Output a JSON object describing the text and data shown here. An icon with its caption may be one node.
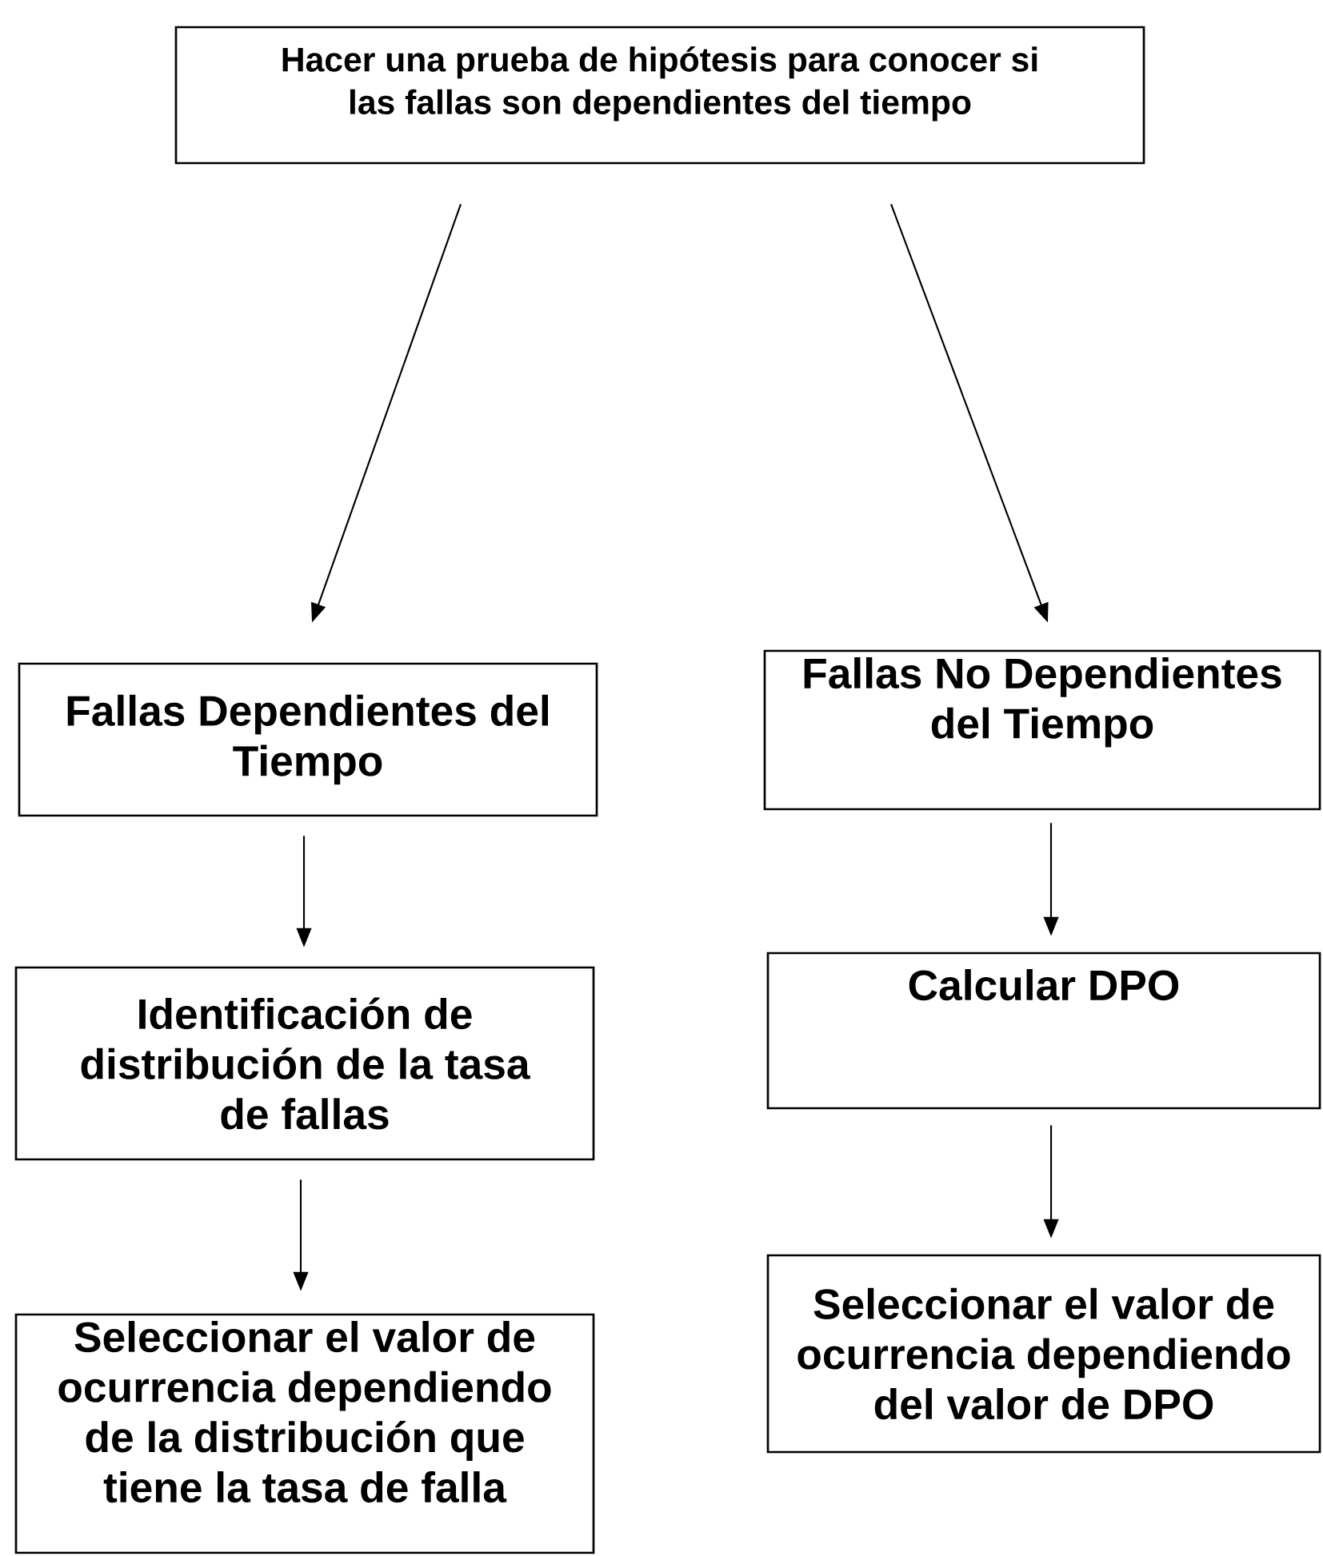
{
  "diagram": {
    "nodes": [
      {
        "text": [
          "Hacer una prueba de hipótesis para conocer si las fallas son dependientes del tiempo"
        ]
      },
      {
        "text": [
          "Fallas Dependientes del Tiempo"
        ]
      },
      {
        "text": [
          "Fallas No Dependientes del Tiempo"
        ]
      },
      {
        "text": [
          "Identificación de distribución de la tasa de fallas"
        ]
      },
      {
        "text": [
          "Calcular DPO"
        ]
      },
      {
        "text": [
          "Seleccionar el valor de ocurrencia dependiendo de la distribución que tiene la tasa de falla"
        ]
      },
      {
        "text": [
          "Seleccionar el valor de ocurrencia dependiendo del valor de DPO"
        ]
      }
    ],
    "edges": [
      {
        "from": 0,
        "to": 1,
        "arrow": "to"
      },
      {
        "from": 0,
        "to": 2,
        "arrow": "to"
      },
      {
        "from": 1,
        "to": 3,
        "arrow": "to"
      },
      {
        "from": 2,
        "to": 4,
        "arrow": "to"
      },
      {
        "from": 3,
        "to": 5,
        "arrow": "to"
      },
      {
        "from": 4,
        "to": 6,
        "arrow": "to"
      }
    ]
  }
}
